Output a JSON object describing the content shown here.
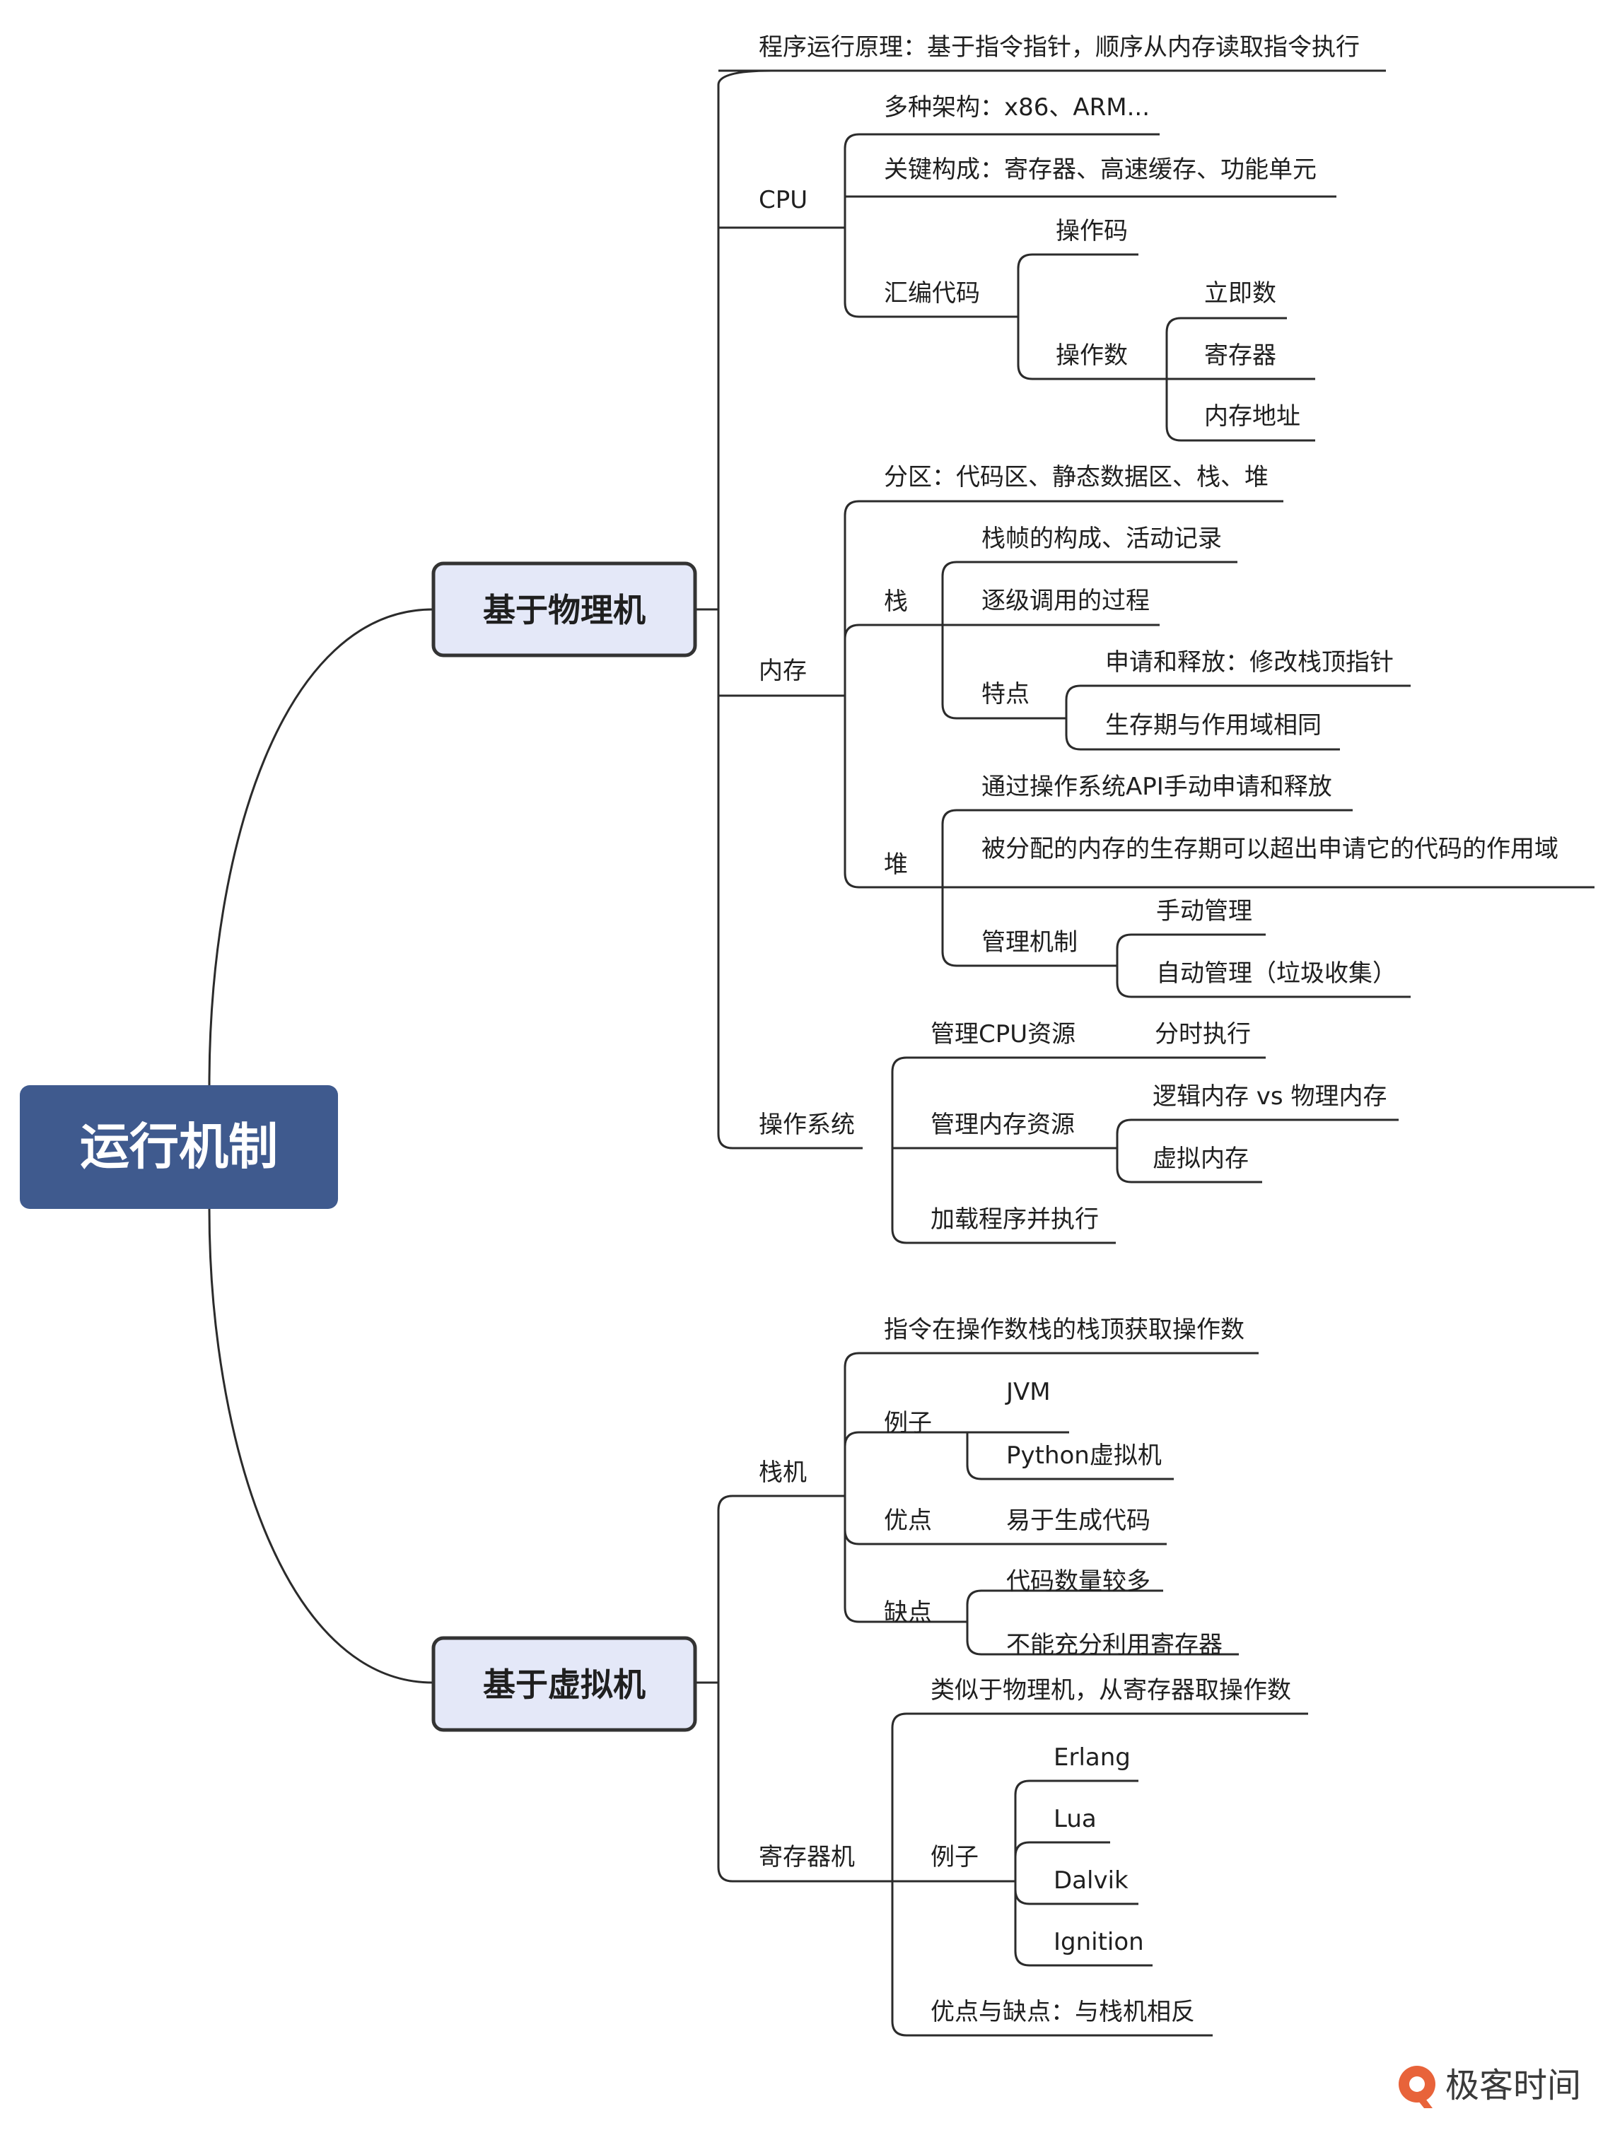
{
  "root": "运行机制",
  "branches": {
    "physical": {
      "label": "基于物理机",
      "principle": "程序运行原理：基于指令指针，顺序从内存读取指令执行",
      "cpu": {
        "label": "CPU",
        "arch": "多种架构：x86、ARM...",
        "parts": "关键构成：寄存器、高速缓存、功能单元",
        "asm": {
          "label": "汇编代码",
          "opcode": "操作码",
          "operand": {
            "label": "操作数",
            "items": [
              "立即数",
              "寄存器",
              "内存地址"
            ]
          }
        }
      },
      "memory": {
        "label": "内存",
        "zones": "分区：代码区、静态数据区、栈、堆",
        "stack": {
          "label": "栈",
          "frame": "栈帧的构成、活动记录",
          "calls": "逐级调用的过程",
          "traits": {
            "label": "特点",
            "items": [
              "申请和释放：修改栈顶指针",
              "生存期与作用域相同"
            ]
          }
        },
        "heap": {
          "label": "堆",
          "api": "通过操作系统API手动申请和释放",
          "lifetime": "被分配的内存的生存期可以超出申请它的代码的作用域",
          "mgmt": {
            "label": "管理机制",
            "items": [
              "手动管理",
              "自动管理（垃圾收集）"
            ]
          }
        }
      },
      "os": {
        "label": "操作系统",
        "cpu_res": {
          "label": "管理CPU资源",
          "item": "分时执行"
        },
        "mem_res": {
          "label": "管理内存资源",
          "items": [
            "逻辑内存 vs 物理内存",
            "虚拟内存"
          ]
        },
        "load": "加载程序并执行"
      }
    },
    "virtual": {
      "label": "基于虚拟机",
      "stack_vm": {
        "label": "栈机",
        "desc": "指令在操作数栈的栈顶获取操作数",
        "examples": {
          "label": "例子",
          "items": [
            "JVM",
            "Python虚拟机"
          ]
        },
        "pros": {
          "label": "优点",
          "item": "易于生成代码"
        },
        "cons": {
          "label": "缺点",
          "items": [
            "代码数量较多",
            "不能充分利用寄存器"
          ]
        }
      },
      "reg_vm": {
        "label": "寄存器机",
        "desc": "类似于物理机，从寄存器取操作数",
        "examples": {
          "label": "例子",
          "items": [
            "Erlang",
            "Lua",
            "Dalvik",
            "Ignition"
          ]
        },
        "compare": "优点与缺点：与栈机相反"
      }
    }
  },
  "logo": {
    "text": "极客时间",
    "icon": "geektime-logo-icon",
    "color": "#e8633a"
  },
  "colors": {
    "root_fill": "#3f5a8e",
    "branch_fill": "#e4e8f8",
    "line": "#2b2b2b"
  }
}
